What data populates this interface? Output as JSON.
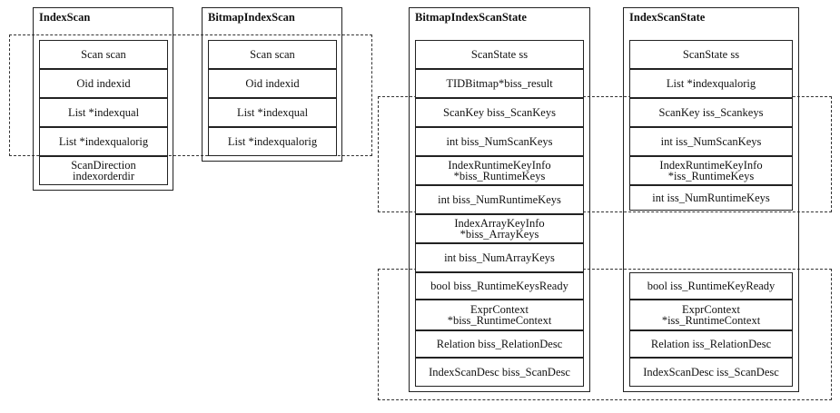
{
  "structs": {
    "index_scan": {
      "title": "IndexScan",
      "fields": [
        "Scan  scan",
        "Oid  indexid",
        "List  *indexqual",
        "List  *indexqualorig",
        "ScanDirection\nindexorderdir"
      ]
    },
    "bitmap_index_scan": {
      "title": "BitmapIndexScan",
      "fields": [
        "Scan  scan",
        "Oid  indexid",
        "List  *indexqual",
        "List  *indexqualorig"
      ]
    },
    "bitmap_index_scan_state": {
      "title": "BitmapIndexScanState",
      "fields": [
        "ScanState  ss",
        "TIDBitmap*biss_result",
        "ScanKey  biss_ScanKeys",
        "int  biss_NumScanKeys",
        "IndexRuntimeKeyInfo\n*biss_RuntimeKeys",
        "int  biss_NumRuntimeKeys",
        "IndexArrayKeyInfo\n*biss_ArrayKeys",
        "int  biss_NumArrayKeys",
        "bool  biss_RuntimeKeysReady",
        "ExprContext\n*biss_RuntimeContext",
        "Relation  biss_RelationDesc",
        "IndexScanDesc  biss_ScanDesc"
      ]
    },
    "index_scan_state": {
      "title": "IndexScanState",
      "fields": [
        "ScanState  ss",
        "List  *indexqualorig",
        "ScanKey  iss_Scankeys",
        "int  iss_NumScanKeys",
        "IndexRuntimeKeyInfo\n*iss_RuntimeKeys",
        "int  iss_NumRuntimeKeys",
        "bool  iss_RuntimeKeyReady",
        "ExprContext\n*iss_RuntimeContext",
        "Relation  iss_RelationDesc",
        "IndexScanDesc iss_ScanDesc"
      ]
    }
  }
}
